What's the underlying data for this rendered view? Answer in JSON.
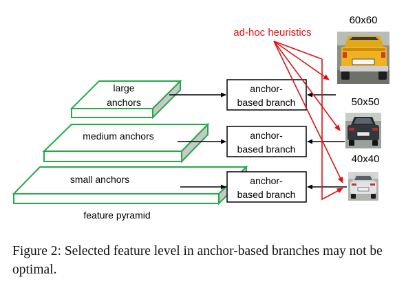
{
  "diagram": {
    "annotation": "ad-hoc heuristics",
    "pyramid_label": "feature pyramid",
    "levels": [
      {
        "label_line1": "large",
        "label_line2": "anchors"
      },
      {
        "label": "medium anchors"
      },
      {
        "label": "small anchors"
      }
    ],
    "branches": [
      {
        "line1": "anchor-",
        "line2": "based branch"
      },
      {
        "line1": "anchor-",
        "line2": "based branch"
      },
      {
        "line1": "anchor-",
        "line2": "based branch"
      }
    ],
    "images": [
      {
        "size_label": "60x60",
        "content": "yellow pickup truck rear view"
      },
      {
        "size_label": "50x50",
        "content": "dark sedan rear view"
      },
      {
        "size_label": "40x40",
        "content": "silver sedan rear view"
      }
    ],
    "colors": {
      "plate_border": "#22aa44",
      "plate_side": "#c8c8c8",
      "annotation": "#dd1111"
    }
  },
  "caption": "Figure 2: Selected feature level in anchor-based branches may not be optimal."
}
